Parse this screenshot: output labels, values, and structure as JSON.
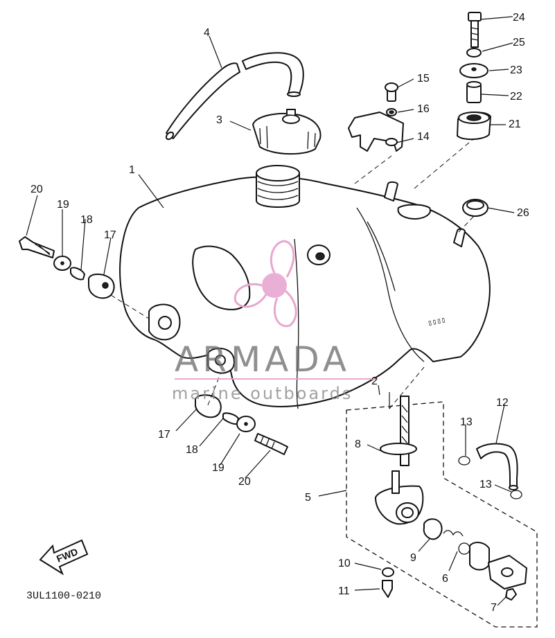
{
  "diagram_code": "3UL1100-0210",
  "fwd_label": "FWD",
  "watermark": {
    "brand": "ARMADA",
    "subtitle": "marine outboards",
    "accent_color": "#e8a6cf"
  },
  "callouts": [
    {
      "id": "c1",
      "text": "1"
    },
    {
      "id": "c2",
      "text": "2"
    },
    {
      "id": "c3",
      "text": "3"
    },
    {
      "id": "c4",
      "text": "4"
    },
    {
      "id": "c5",
      "text": "5"
    },
    {
      "id": "c6",
      "text": "6"
    },
    {
      "id": "c7",
      "text": "7"
    },
    {
      "id": "c8",
      "text": "8"
    },
    {
      "id": "c9",
      "text": "9"
    },
    {
      "id": "c10",
      "text": "10"
    },
    {
      "id": "c11",
      "text": "11"
    },
    {
      "id": "c12",
      "text": "12"
    },
    {
      "id": "c13a",
      "text": "13"
    },
    {
      "id": "c13b",
      "text": "13"
    },
    {
      "id": "c14",
      "text": "14"
    },
    {
      "id": "c15",
      "text": "15"
    },
    {
      "id": "c16",
      "text": "16"
    },
    {
      "id": "c17a",
      "text": "17"
    },
    {
      "id": "c17b",
      "text": "17"
    },
    {
      "id": "c18a",
      "text": "18"
    },
    {
      "id": "c18b",
      "text": "18"
    },
    {
      "id": "c19a",
      "text": "19"
    },
    {
      "id": "c19b",
      "text": "19"
    },
    {
      "id": "c20a",
      "text": "20"
    },
    {
      "id": "c20b",
      "text": "20"
    },
    {
      "id": "c21",
      "text": "21"
    },
    {
      "id": "c22",
      "text": "22"
    },
    {
      "id": "c23",
      "text": "23"
    },
    {
      "id": "c24",
      "text": "24"
    },
    {
      "id": "c25",
      "text": "25"
    },
    {
      "id": "c26",
      "text": "26"
    }
  ]
}
